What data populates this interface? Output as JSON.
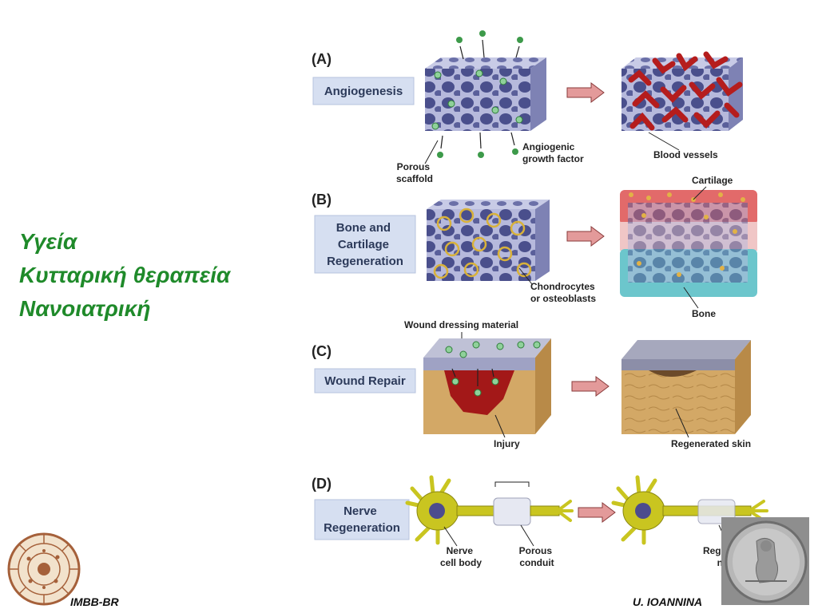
{
  "slide": {
    "title_lines": [
      "Υγεία",
      "Κυτταρική θεραπεία",
      "Νανοιατρική"
    ],
    "footer_left": "IMBB-BR",
    "footer_right": "U. IOANNINA"
  },
  "panels": {
    "a": {
      "letter": "(A)",
      "box_lines": [
        "Angiogenesis"
      ],
      "label_scaffold": [
        "Porous",
        "scaffold"
      ],
      "label_factor": [
        "Angiogenic",
        "growth factor"
      ],
      "label_result": [
        "Blood vessels"
      ]
    },
    "b": {
      "letter": "(B)",
      "box_lines": [
        "Bone and",
        "Cartilage",
        "Regeneration"
      ],
      "label_cells": [
        "Chondrocytes",
        "or osteoblasts"
      ],
      "label_cartilage": [
        "Cartilage"
      ],
      "label_bone": [
        "Bone"
      ]
    },
    "c": {
      "letter": "(C)",
      "box_lines": [
        "Wound Repair"
      ],
      "label_dressing": [
        "Wound dressing material"
      ],
      "label_injury": [
        "Injury"
      ],
      "label_result": [
        "Regenerated skin"
      ]
    },
    "d": {
      "letter": "(D)",
      "box_lines": [
        "Nerve",
        "Regeneration"
      ],
      "label_body": [
        "Nerve",
        "cell body"
      ],
      "label_conduit": [
        "Porous",
        "conduit"
      ],
      "label_result": [
        "Regenerated",
        "neuron"
      ]
    }
  },
  "colors": {
    "title_green": "#1f8a2a",
    "label_box": "#d6dff1",
    "scaffold": "#8a8fc0",
    "vessel_red": "#b51d1d",
    "arrow_pink": "#e39a9a",
    "skin_tan": "#d3a866",
    "neuron_yellow": "#c9c520"
  }
}
